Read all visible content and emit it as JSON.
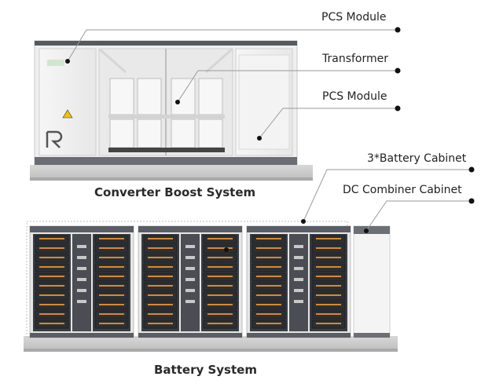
{
  "callouts": {
    "pcs_module_top": "PCS Module",
    "transformer": "Transformer",
    "pcs_module_right": "PCS Module",
    "battery_cabinet": "3*Battery Cabinet",
    "dc_combiner": "DC Combiner Cabinet"
  },
  "captions": {
    "converter": "Converter Boost System",
    "battery": "Battery System"
  },
  "colors": {
    "container_white": "#f1f1f1",
    "rack_dark": "#3a3d42",
    "battery_orange": "#d9892c",
    "base_gray": "#cfcfcf",
    "callout_line": "#9a9a9a"
  },
  "icons": {
    "brand_logo": "logo-icon",
    "hazard": "warning-triangle-icon"
  }
}
